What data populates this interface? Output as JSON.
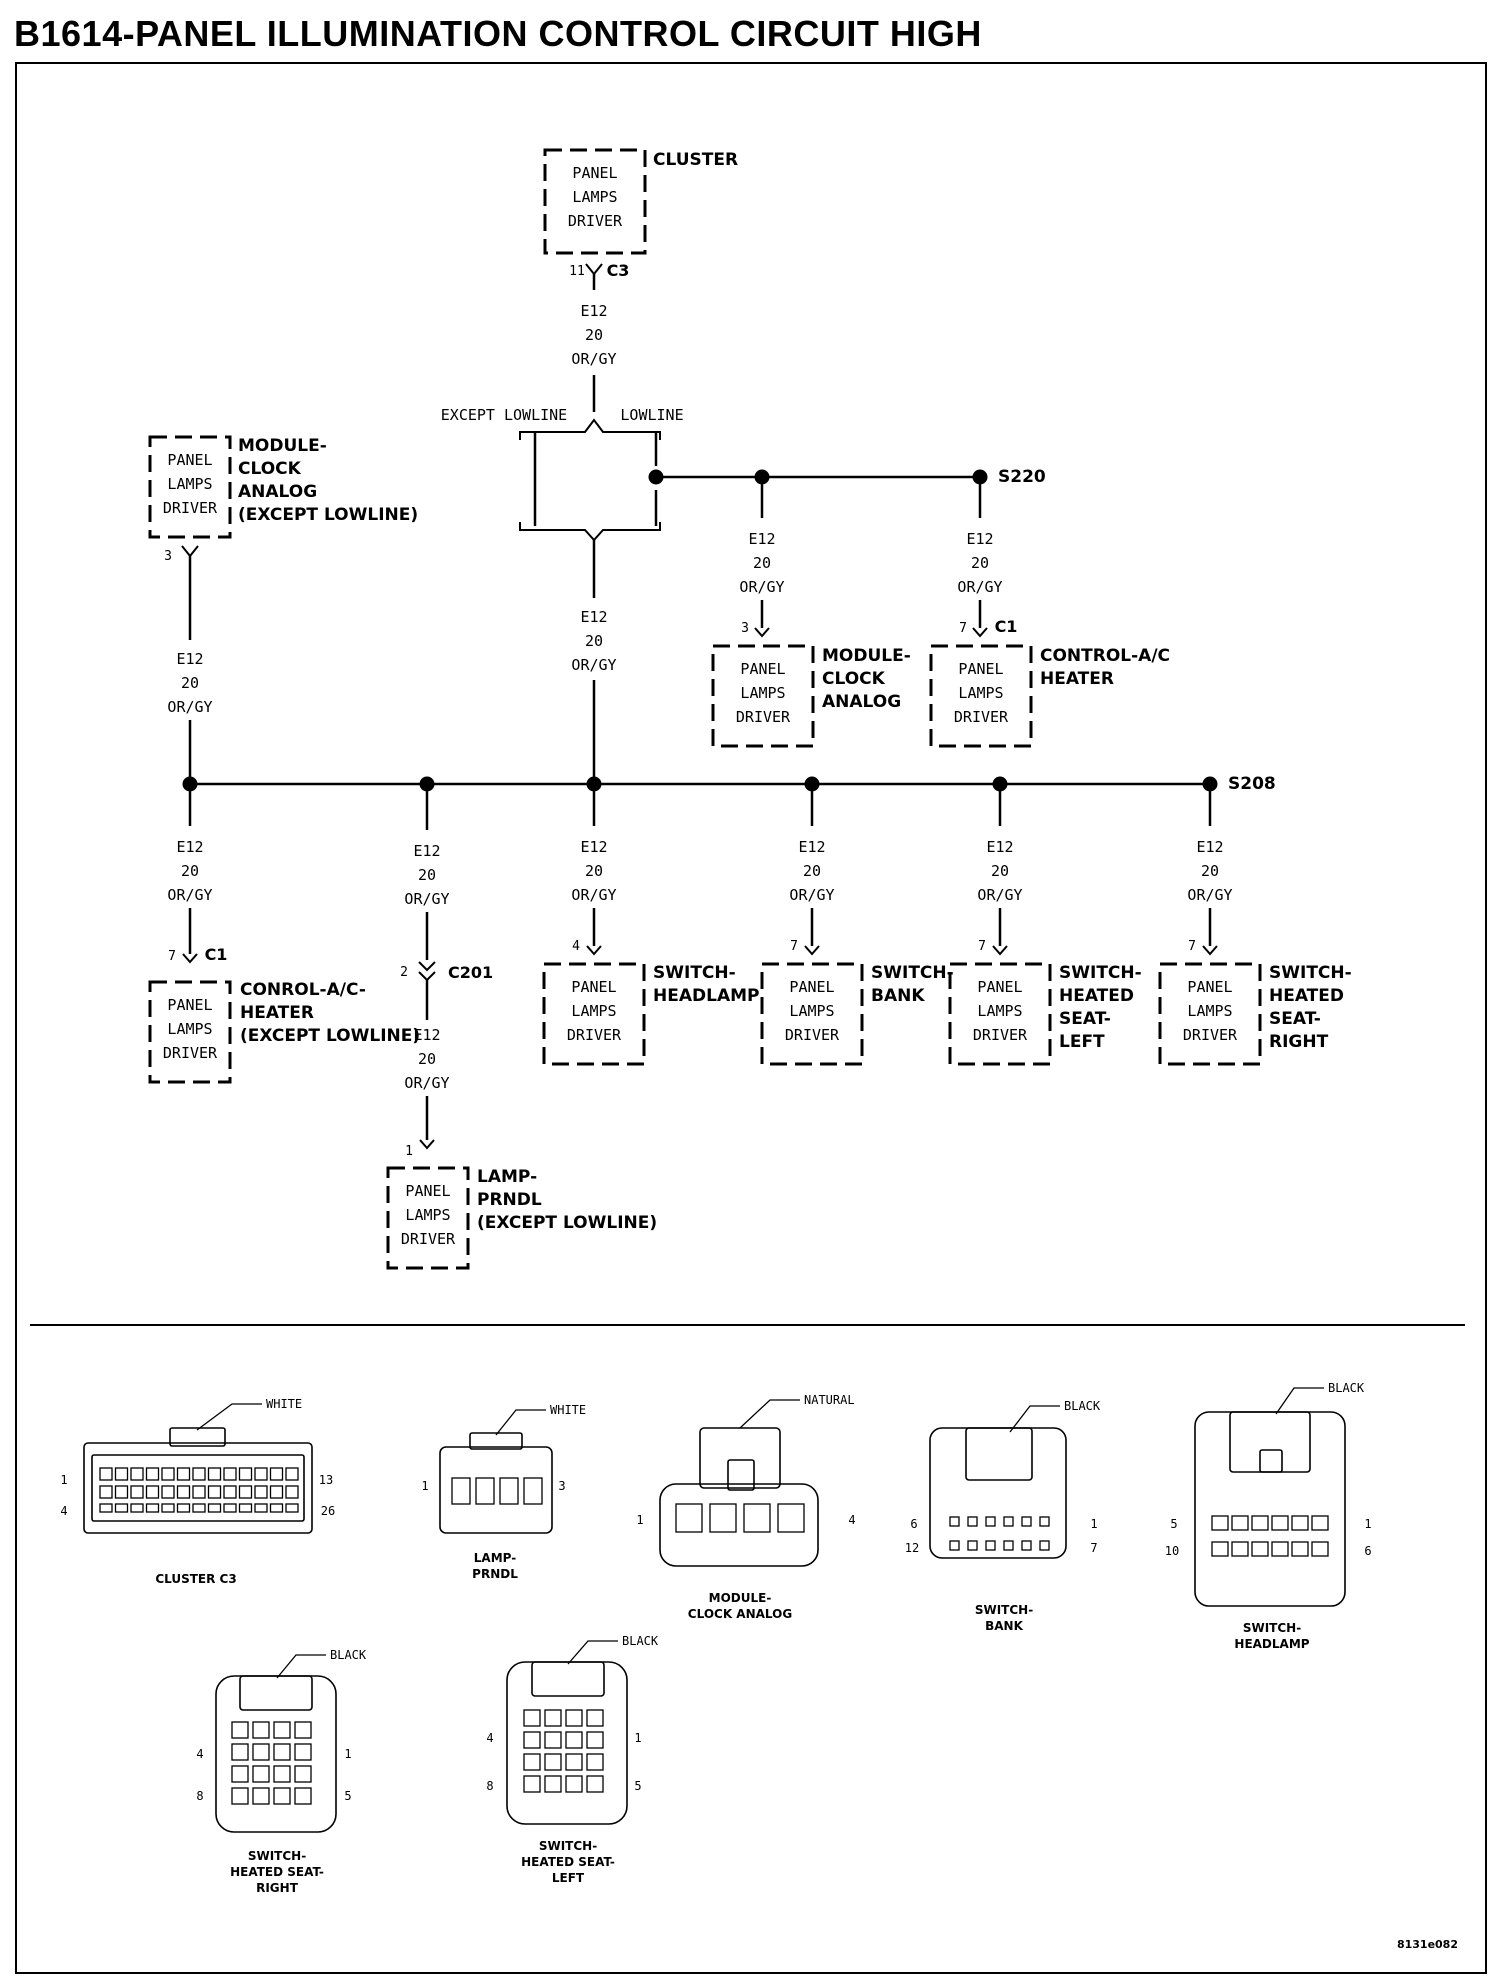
{
  "title": "B1614-PANEL ILLUMINATION CONTROL CIRCUIT HIGH",
  "labels": {
    "panel": "PANEL",
    "lamps": "LAMPS",
    "driver": "DRIVER",
    "circuit": "E12",
    "gauge": "20",
    "color": "OR/GY"
  },
  "splices": {
    "s220": "S220",
    "s208": "S208"
  },
  "branches": {
    "except_lowline": "EXCEPT LOWLINE",
    "lowline": "LOWLINE"
  },
  "connectors": {
    "c3": "C3",
    "c1": "C1",
    "c201": "C201"
  },
  "components": {
    "cluster": {
      "name": [
        "CLUSTER"
      ],
      "pin": "11"
    },
    "module_clock_a": {
      "name": [
        "MODULE-",
        "CLOCK",
        "ANALOG",
        "(EXCEPT LOWLINE)"
      ],
      "pin": "3"
    },
    "module_clock_b": {
      "name": [
        "MODULE-",
        "CLOCK",
        "ANALOG"
      ],
      "pin": "3"
    },
    "control_ac_top": {
      "name": [
        "CONTROL-A/C",
        "HEATER"
      ],
      "pin": "7"
    },
    "control_ac_bot": {
      "name": [
        "CONROL-A/C-",
        "HEATER",
        "(EXCEPT LOWLINE)"
      ],
      "pin": "7"
    },
    "c201_pin": "2",
    "lamp_prndl": {
      "name": [
        "LAMP-",
        "PRNDL",
        "(EXCEPT LOWLINE)"
      ],
      "pin": "1"
    },
    "switch_headlamp": {
      "name": [
        "SWITCH-",
        "HEADLAMP"
      ],
      "pin": "4"
    },
    "switch_bank": {
      "name": [
        "SWITCH-",
        "BANK"
      ],
      "pin": "7"
    },
    "seat_left": {
      "name": [
        "SWITCH-",
        "HEATED",
        "SEAT-",
        "LEFT"
      ],
      "pin": "7"
    },
    "seat_right": {
      "name": [
        "SWITCH-",
        "HEATED",
        "SEAT-",
        "RIGHT"
      ],
      "pin": "7"
    }
  },
  "connector_views": [
    {
      "color": "WHITE",
      "caption": [
        "CLUSTER C3"
      ],
      "pins": [
        "1",
        "4",
        "13",
        "26"
      ]
    },
    {
      "color": "WHITE",
      "caption": [
        "LAMP-",
        "PRNDL"
      ],
      "pins": [
        "1",
        "3"
      ]
    },
    {
      "color": "NATURAL",
      "caption": [
        "MODULE-",
        "CLOCK ANALOG"
      ],
      "pins": [
        "1",
        "4"
      ]
    },
    {
      "color": "BLACK",
      "caption": [
        "SWITCH-",
        "BANK"
      ],
      "pins": [
        "6",
        "12",
        "1",
        "7"
      ]
    },
    {
      "color": "BLACK",
      "caption": [
        "SWITCH-",
        "HEADLAMP"
      ],
      "pins": [
        "5",
        "10",
        "1",
        "6"
      ]
    },
    {
      "color": "BLACK",
      "caption": [
        "SWITCH-",
        "HEATED SEAT-",
        "RIGHT"
      ],
      "pins": [
        "4",
        "8",
        "1",
        "5"
      ]
    },
    {
      "color": "BLACK",
      "caption": [
        "SWITCH-",
        "HEATED SEAT-",
        "LEFT"
      ],
      "pins": [
        "4",
        "8",
        "1",
        "5"
      ]
    }
  ],
  "figure_id": "8131e082"
}
